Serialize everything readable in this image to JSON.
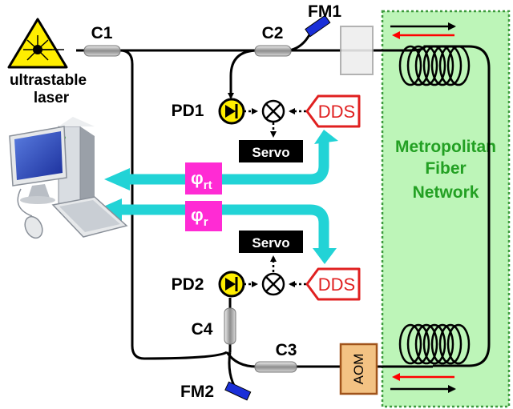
{
  "laser": {
    "label_line1": "ultrastable",
    "label_line2": "laser"
  },
  "couplers": {
    "c1": "C1",
    "c2": "C2",
    "c3": "C3",
    "c4": "C4"
  },
  "mirrors": {
    "fm1": "FM1",
    "fm2": "FM2"
  },
  "photodiodes": {
    "pd1": "PD1",
    "pd2": "PD2"
  },
  "dds": {
    "upper": "DDS",
    "lower": "DDS"
  },
  "servo": {
    "upper": "Servo",
    "lower": "Servo"
  },
  "phase": {
    "upper_main": "φ",
    "upper_sub": "rt",
    "lower_main": "φ",
    "lower_sub": "r"
  },
  "aom": "AOM",
  "network": {
    "line1": "Metropolitan",
    "line2": "Fiber",
    "line3": "Network"
  },
  "colors": {
    "laser_text": "#ff0000",
    "network_fill": "#bdf5b8",
    "network_border": "#3d9a3d",
    "network_text": "#23a023",
    "phase_box": "#ff2bd4",
    "data_arrow": "#22d3d6",
    "pd_fill": "#ffee00",
    "dds_border": "#e02020",
    "mirror": "#1a2fd8",
    "aom_fill": "#f3c283",
    "aom_border": "#a0531a",
    "servo_fill": "#000000",
    "fiber": "#000000",
    "arrow_red": "#ff0000"
  }
}
